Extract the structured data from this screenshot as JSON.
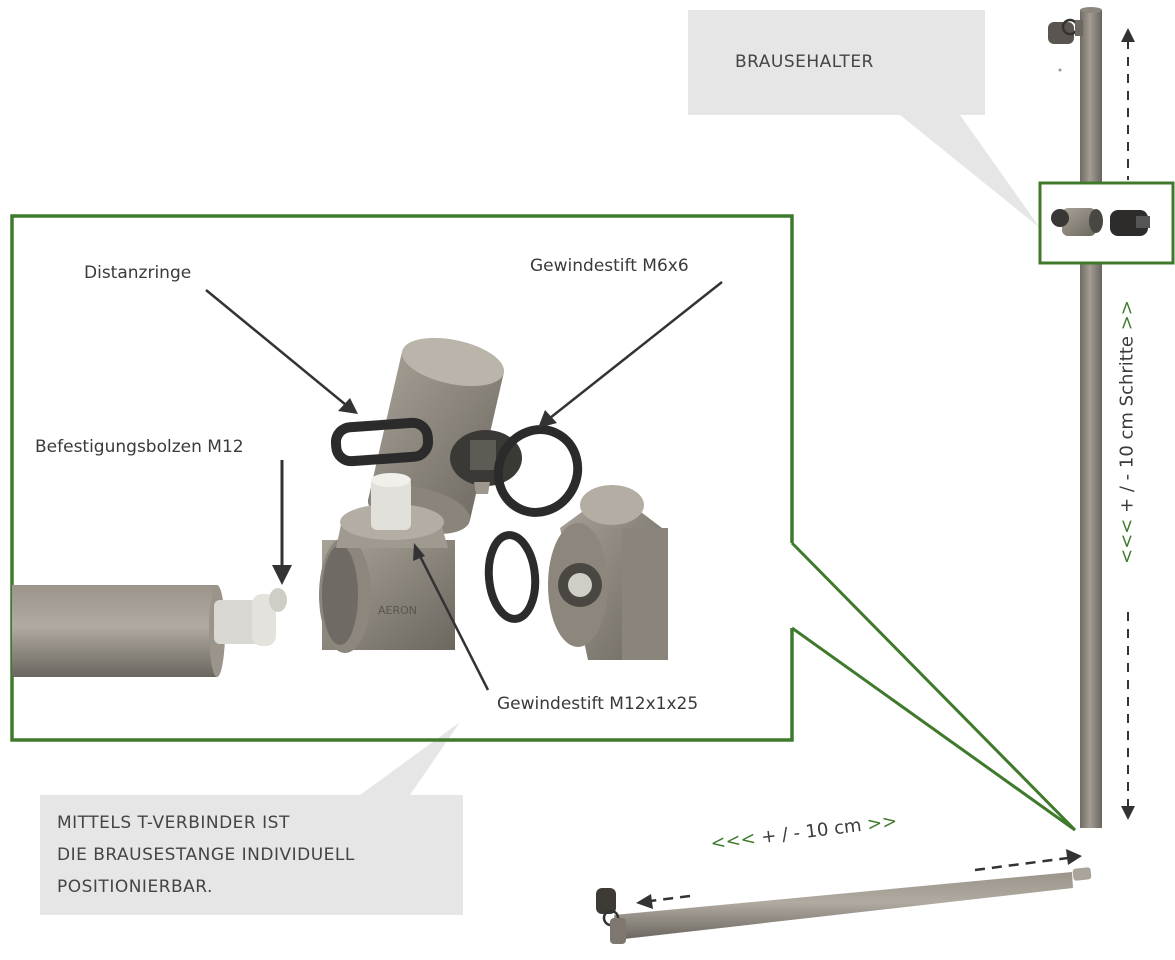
{
  "callout_top": {
    "text": "BRAUSEHALTER"
  },
  "callout_bottom": {
    "lines": [
      "MITTELS T-VERBINDER IST",
      "DIE BRAUSESTANGE INDIVIDUELL",
      "POSITIONIERBAR."
    ]
  },
  "labels": {
    "distanzringe": "Distanzringe",
    "gewindestift_m6": "Gewindestift M6x6",
    "befestigungsbolzen": "Befestigungsbolzen M12",
    "gewindestift_m12": "Gewindestift M12x1x25"
  },
  "vertical_dimension": {
    "left_marks": "<<<",
    "text": " + / - 10 cm  Schritte ",
    "right_marks": ">>"
  },
  "horizontal_dimension": {
    "left_marks": "<<<",
    "text": " + / - 10 cm ",
    "right_marks": ">>"
  },
  "part_marking": "AERON",
  "colors": {
    "frame_green": "#3f7a2c",
    "pipe": "#8a847b",
    "callout_bg": "#e6e6e6",
    "ring": "#2b2b2b"
  }
}
